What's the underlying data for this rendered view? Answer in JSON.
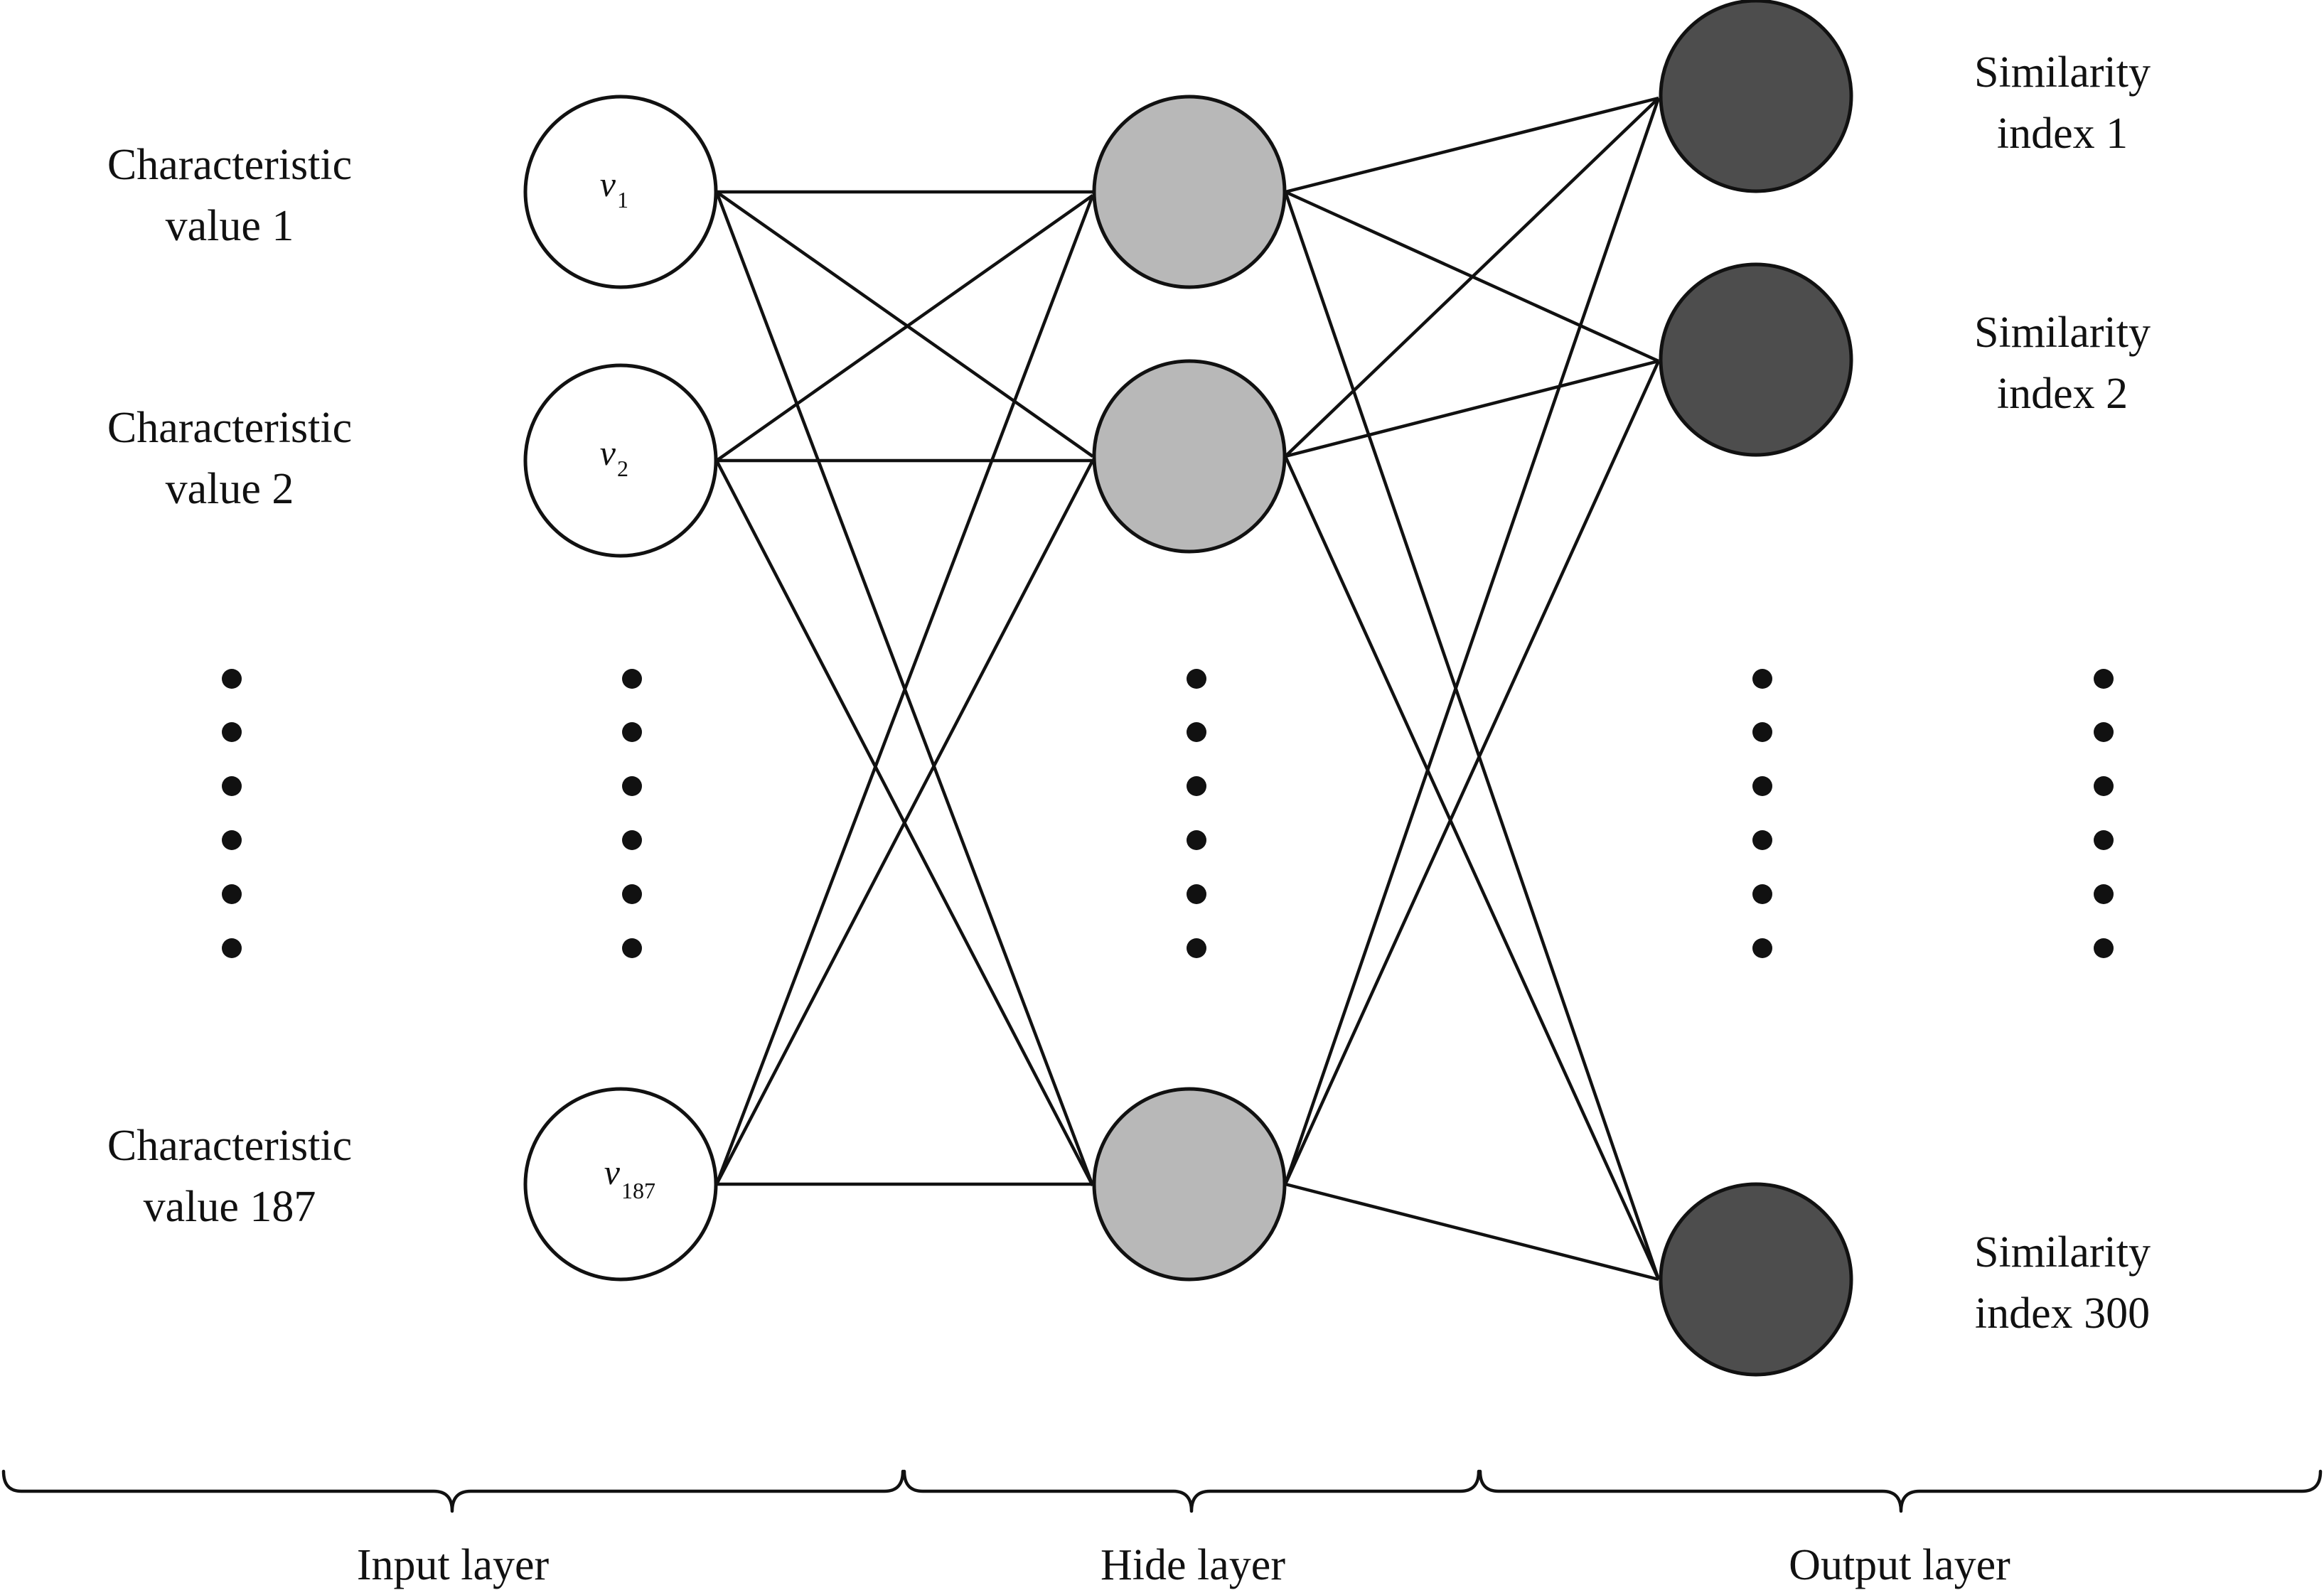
{
  "colors": {
    "input_node_fill": "#ffffff",
    "hidden_node_fill": "#b8b8b8",
    "output_node_fill": "#4d4d4d",
    "stroke": "#111111"
  },
  "input_labels": [
    {
      "line1": "Characteristic",
      "line2": "value 1"
    },
    {
      "line1": "Characteristic",
      "line2": "value 2"
    },
    {
      "line1": "Characteristic",
      "line2": "value 187"
    }
  ],
  "input_nodes": [
    {
      "symbol": "v",
      "subscript": "1"
    },
    {
      "symbol": "v",
      "subscript": "2"
    },
    {
      "symbol": "v",
      "subscript": "187"
    }
  ],
  "output_labels": [
    {
      "line1": "Similarity",
      "line2": "index 1"
    },
    {
      "line1": "Similarity",
      "line2": "index 2"
    },
    {
      "line1": "Similarity",
      "line2": "index 300"
    }
  ],
  "layers": {
    "input": "Input layer",
    "hidden": "Hide layer",
    "output": "Output layer"
  },
  "ellipsis_icon": "vertical-dots"
}
